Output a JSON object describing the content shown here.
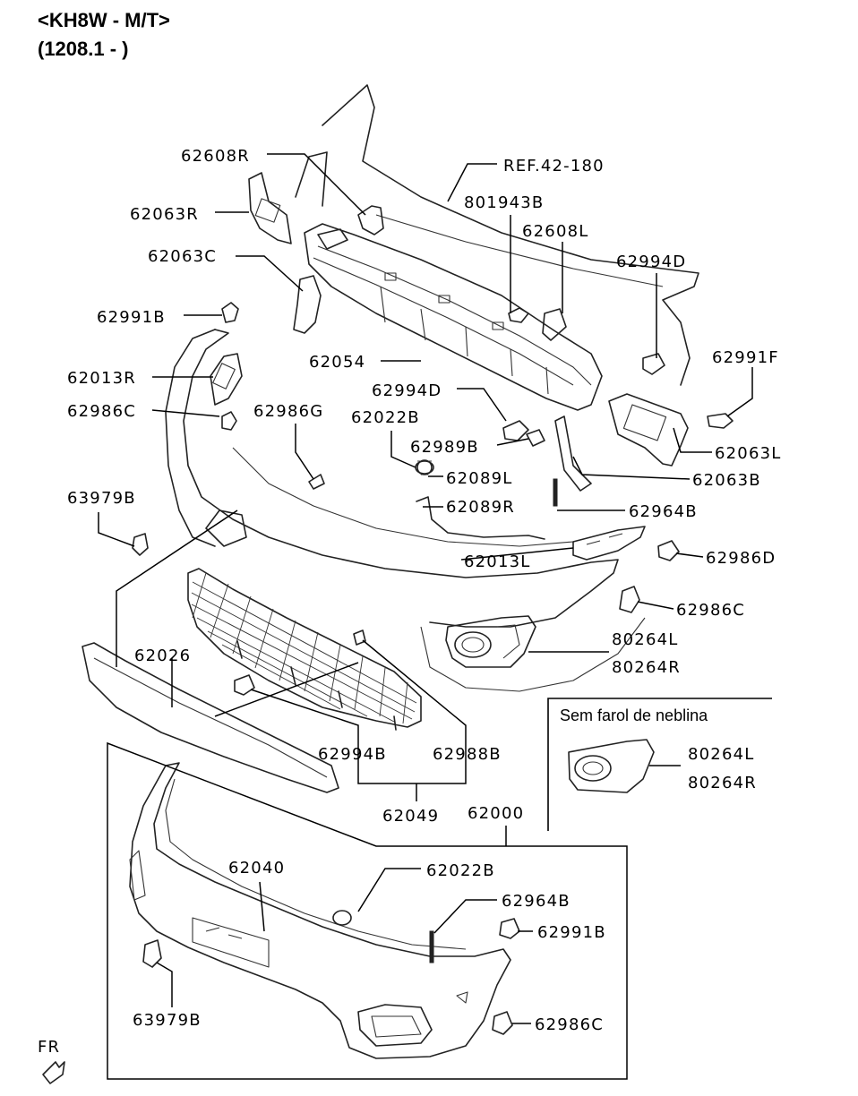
{
  "header": {
    "model": "<KH8W - M/T>",
    "period": "(1208.1 - )"
  },
  "note": {
    "text": "Sem farol de neblina"
  },
  "fr_mark": "FR",
  "labels": {
    "ref": "REF.42-180",
    "p62608R": "62608R",
    "p62063R": "62063R",
    "p62063C": "62063C",
    "p62991B_top": "62991B",
    "p62013R": "62013R",
    "p62986C_left": "62986C",
    "p62986G": "62986G",
    "p63979B_top": "63979B",
    "p801943B": "801943B",
    "p62608L": "62608L",
    "p62994D_top": "62994D",
    "p62991F": "62991F",
    "p62054": "62054",
    "p62994D_mid": "62994D",
    "p62022B_top": "62022B",
    "p62989B": "62989B",
    "p62089L": "62089L",
    "p62089R": "62089R",
    "p62013L": "62013L",
    "p62063L": "62063L",
    "p62063B": "62063B",
    "p62964B_top": "62964B",
    "p62986D": "62986D",
    "p62986C_right": "62986C",
    "p80264L_top": "80264L",
    "p80264R_top": "80264R",
    "p62026": "62026",
    "p62994B": "62994B",
    "p62988B": "62988B",
    "p62049": "62049",
    "p62000": "62000",
    "p80264L_box": "80264L",
    "p80264R_box": "80264R",
    "p62040": "62040",
    "p62022B_bot": "62022B",
    "p62964B_bot": "62964B",
    "p62991B_bot": "62991B",
    "p63979B_bot": "63979B",
    "p62986C_bot": "62986C"
  }
}
